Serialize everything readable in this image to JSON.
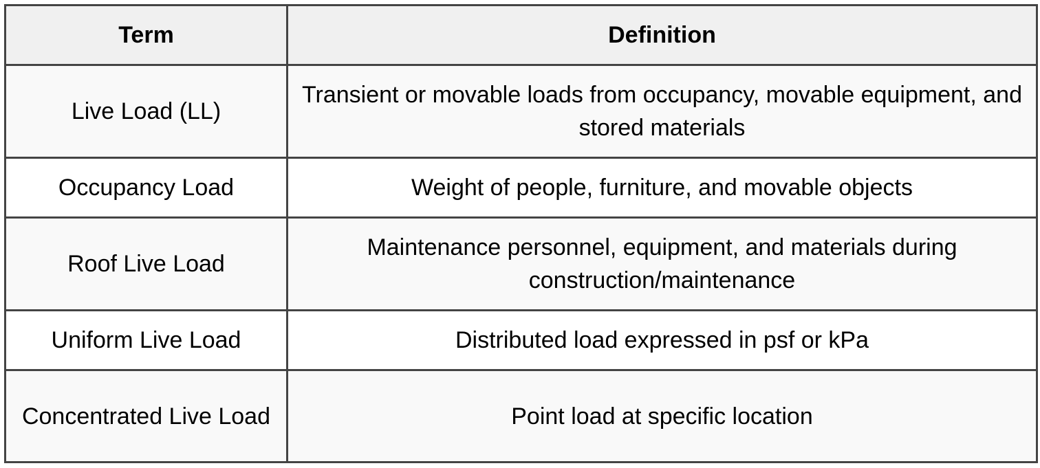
{
  "table": {
    "headers": {
      "term": "Term",
      "definition": "Definition"
    },
    "rows": [
      {
        "term": "Live Load (LL)",
        "definition": "Transient or movable loads from occupancy, movable equipment, and stored materials"
      },
      {
        "term": "Occupancy Load",
        "definition": "Weight of people, furniture, and movable objects"
      },
      {
        "term": "Roof Live Load",
        "definition": "Maintenance personnel, equipment, and materials during construction/maintenance"
      },
      {
        "term": "Uniform Live Load",
        "definition": "Distributed load expressed in psf or kPa"
      },
      {
        "term": "Concentrated Live Load",
        "definition": "Point load at specific location"
      }
    ]
  },
  "colors": {
    "border": "#444444",
    "header_bg": "#f0f0f0",
    "odd_row_bg": "#f9f9f9",
    "even_row_bg": "#ffffff",
    "text": "#000000"
  }
}
